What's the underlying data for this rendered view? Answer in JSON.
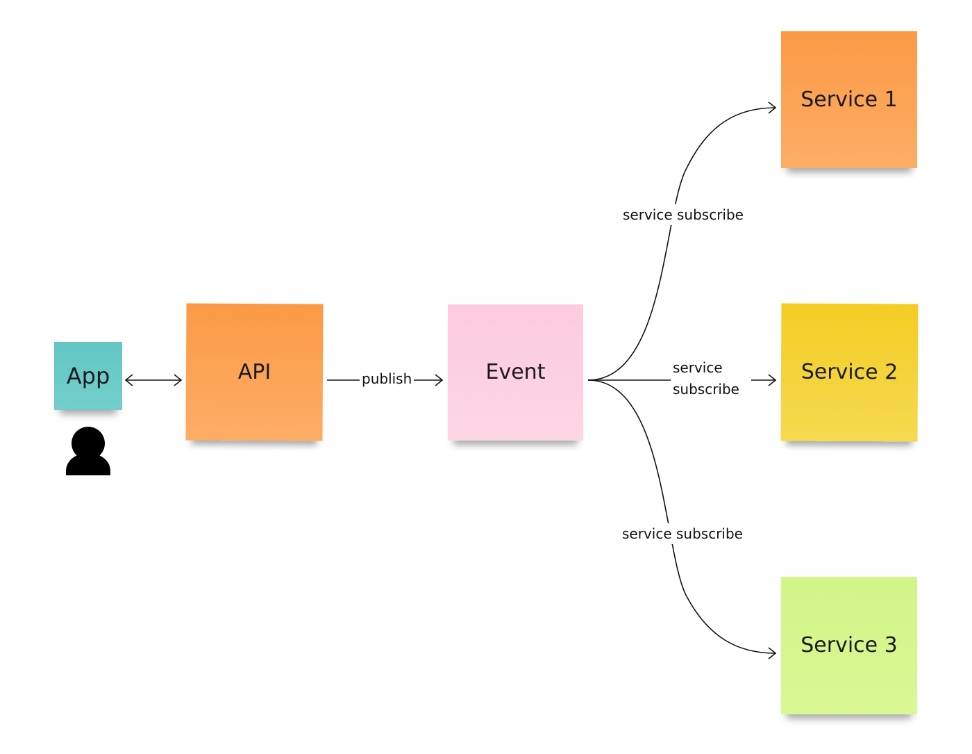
{
  "diagram": {
    "nodes": {
      "app": {
        "label": "App",
        "color": "#6ccbc8"
      },
      "api": {
        "label": "API",
        "color": "#fca353"
      },
      "event": {
        "label": "Event",
        "color": "#fcd0e1"
      },
      "service1": {
        "label": "Service 1",
        "color": "#fca353"
      },
      "service2": {
        "label": "Service 2",
        "color": "#f4d33a"
      },
      "service3": {
        "label": "Service 3",
        "color": "#d6f68f"
      }
    },
    "user_icon": "person-icon",
    "edges": [
      {
        "from": "app",
        "to": "api",
        "direction": "both",
        "label": ""
      },
      {
        "from": "api",
        "to": "event",
        "direction": "forward",
        "label": "publish"
      },
      {
        "from": "event",
        "to": "service1",
        "direction": "forward",
        "label": "service subscribe"
      },
      {
        "from": "event",
        "to": "service2",
        "direction": "forward",
        "label": "service subscribe"
      },
      {
        "from": "event",
        "to": "service3",
        "direction": "forward",
        "label": "service subscribe"
      }
    ]
  }
}
